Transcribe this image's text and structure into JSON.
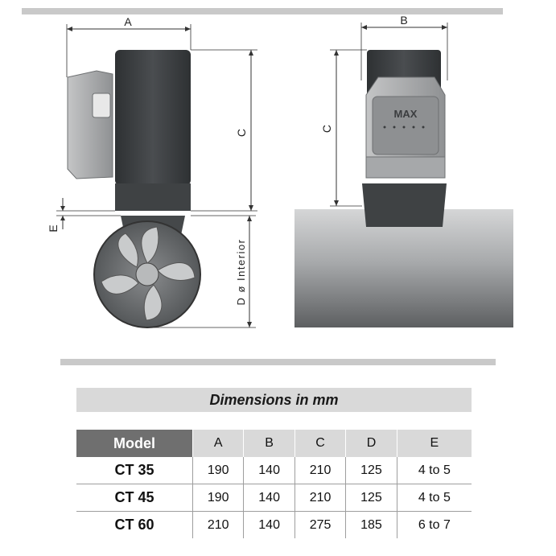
{
  "drawing": {
    "dim_a": "A",
    "dim_b": "B",
    "dim_c_left": "C",
    "dim_c_right": "C",
    "dim_d": "D ø Interior",
    "dim_e": "E",
    "brand_mark": "MAX"
  },
  "caption": "Dimensions in mm",
  "table": {
    "headers": [
      "Model",
      "A",
      "B",
      "C",
      "D",
      "E"
    ],
    "rows": [
      [
        "CT 35",
        "190",
        "140",
        "210",
        "125",
        "4 to 5"
      ],
      [
        "CT 45",
        "190",
        "140",
        "210",
        "125",
        "4 to 5"
      ],
      [
        "CT 60",
        "210",
        "140",
        "275",
        "185",
        "6 to 7"
      ]
    ]
  },
  "colors": {
    "motor_dark": "#3a3d3f",
    "housing_gray": "#9a9c9e",
    "header_dark": "#6f6f6f",
    "header_light": "#d9d9d9",
    "hull_gray": "#8a8c8e"
  }
}
